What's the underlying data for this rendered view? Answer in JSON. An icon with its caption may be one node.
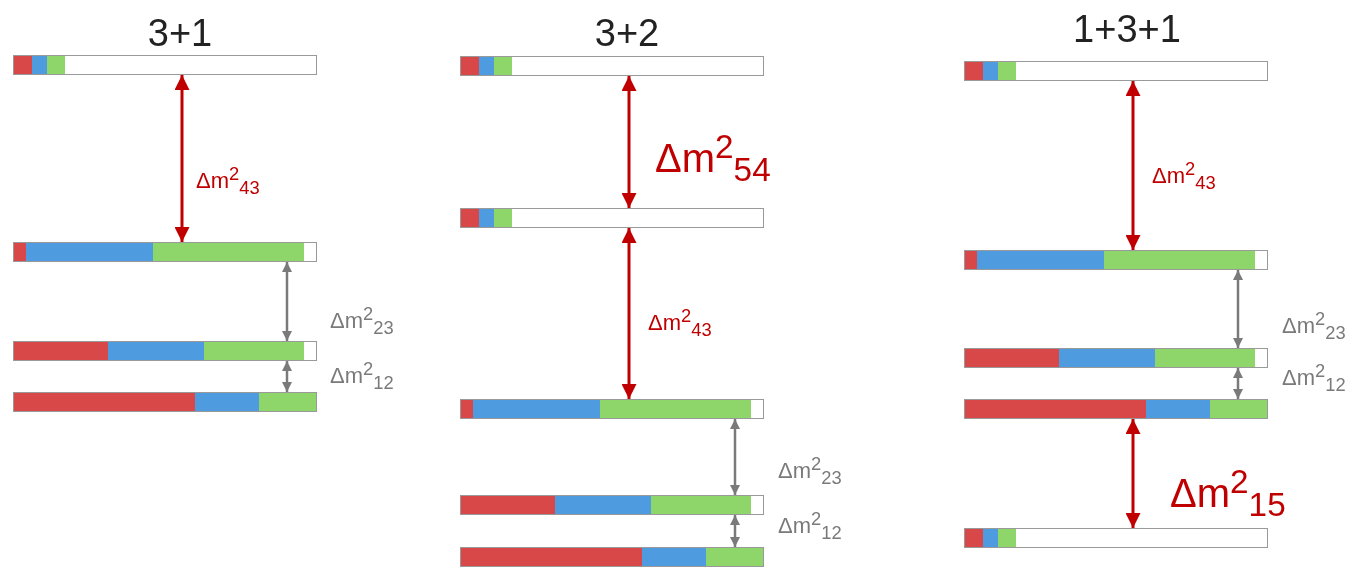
{
  "diagram": {
    "nodes": [
      {
        "text": [],
        "shape": "bar"
      },
      {
        "text": [],
        "shape": "bar"
      },
      {
        "text": [],
        "shape": "bar"
      },
      {
        "text": [],
        "shape": "bar"
      },
      {
        "text": [],
        "shape": "bar"
      },
      {
        "text": [],
        "shape": "bar"
      },
      {
        "text": [],
        "shape": "bar"
      },
      {
        "text": [],
        "shape": "bar"
      },
      {
        "text": [],
        "shape": "bar"
      },
      {
        "text": [],
        "shape": "bar"
      },
      {
        "text": [],
        "shape": "bar"
      },
      {
        "text": [],
        "shape": "bar"
      },
      {
        "text": [],
        "shape": "bar"
      },
      {
        "text": [],
        "shape": "bar"
      }
    ],
    "edges": [
      {
        "from": 0,
        "to": 1,
        "arrow": "both",
        "label": "Δm$^{2}$$_{43}$",
        "color": "#c00000"
      },
      {
        "from": 1,
        "to": 2,
        "arrow": "both",
        "label": "Δm$^{2}$$_{23}$"
      },
      {
        "from": 2,
        "to": 3,
        "arrow": "both",
        "label": "Δm$^{2}$$_{12}$"
      },
      {
        "from": 4,
        "to": 5,
        "arrow": "both",
        "label": "Δm$^{2}$$_{54}$",
        "color": "#c00000"
      },
      {
        "from": 5,
        "to": 6,
        "arrow": "both",
        "label": "Δm$^{2}$$_{43}$",
        "color": "#c00000"
      },
      {
        "from": 6,
        "to": 7,
        "arrow": "both",
        "label": "Δm$^{2}$$_{23}$"
      },
      {
        "from": 7,
        "to": 8,
        "arrow": "both",
        "label": "Δm$^{2}$$_{12}$"
      },
      {
        "from": 9,
        "to": 10,
        "arrow": "both",
        "label": "Δm$^{2}$$_{43}$",
        "color": "#c00000"
      },
      {
        "from": 10,
        "to": 11,
        "arrow": "both",
        "label": "Δm$^{2}$$_{23}$"
      },
      {
        "from": 11,
        "to": 12,
        "arrow": "both",
        "label": "Δm$^{2}$$_{12}$"
      },
      {
        "from": 12,
        "to": 13,
        "arrow": "both",
        "label": "Δm$^{2}$$_{15}$",
        "color": "#c00000"
      }
    ],
    "labels": [
      "3+1",
      "3+2",
      "1+3+1"
    ]
  }
}
